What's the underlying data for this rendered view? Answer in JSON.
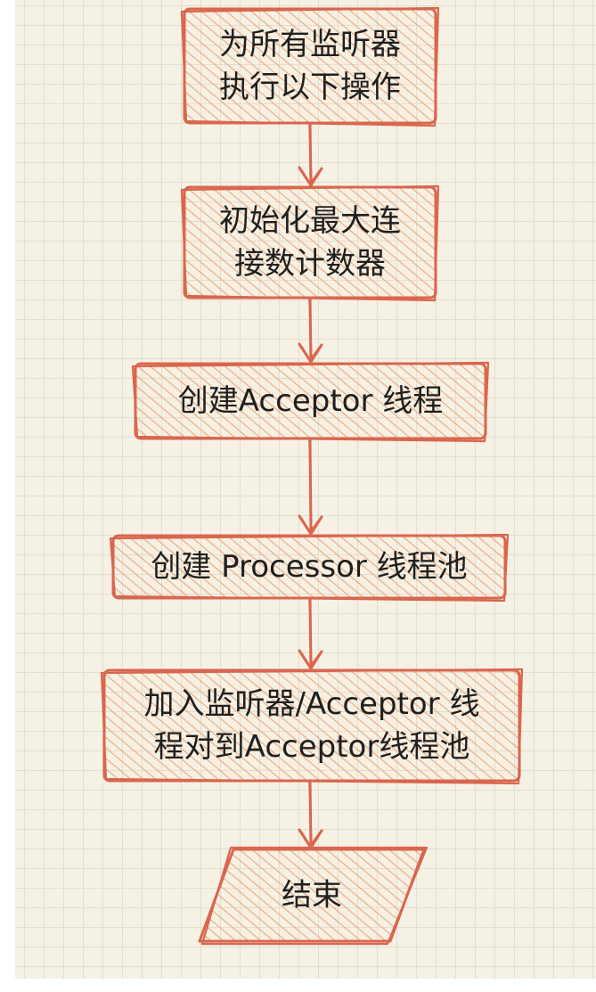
{
  "colors": {
    "stroke": "#d9664e",
    "hatch": "#f2a57a",
    "background": "#f5f1e4",
    "grid": "#e3ded0",
    "text": "#1f1f1f"
  },
  "nodes": [
    {
      "id": "for-each-listener",
      "shape": "rect",
      "lines": [
        "为所有监听器",
        "执行以下操作"
      ]
    },
    {
      "id": "init-counter",
      "shape": "rect",
      "lines": [
        "初始化最大连",
        "接数计数器"
      ]
    },
    {
      "id": "create-acceptor",
      "shape": "rect",
      "lines": [
        "创建Acceptor 线程"
      ]
    },
    {
      "id": "create-processor-pool",
      "shape": "rect",
      "lines": [
        "创建 Processor 线程池"
      ]
    },
    {
      "id": "add-pair",
      "shape": "rect",
      "lines": [
        "加入监听器/Acceptor 线",
        "程对到Acceptor线程池"
      ]
    },
    {
      "id": "end",
      "shape": "parallelogram",
      "lines": [
        "结束"
      ]
    }
  ],
  "edges": [
    {
      "from": "for-each-listener",
      "to": "init-counter"
    },
    {
      "from": "init-counter",
      "to": "create-acceptor"
    },
    {
      "from": "create-acceptor",
      "to": "create-processor-pool"
    },
    {
      "from": "create-processor-pool",
      "to": "add-pair"
    },
    {
      "from": "add-pair",
      "to": "end"
    }
  ]
}
